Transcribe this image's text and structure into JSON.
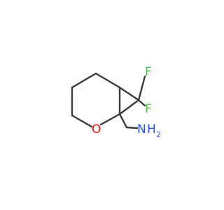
{
  "molecule": {
    "atoms": {
      "fluorine_top": {
        "symbol": "F",
        "color": "#33CC33"
      },
      "fluorine_bottom": {
        "symbol": "F",
        "color": "#33CC33"
      },
      "oxygen": {
        "symbol": "O",
        "color": "#FF0D0D"
      },
      "amine_nitrogen": {
        "symbol": "N",
        "color": "#3050F8"
      },
      "amine_hydrogens": {
        "symbol": "H",
        "count": "2",
        "color": "#3050F8"
      }
    },
    "bond_color": "#3a3a3a"
  }
}
